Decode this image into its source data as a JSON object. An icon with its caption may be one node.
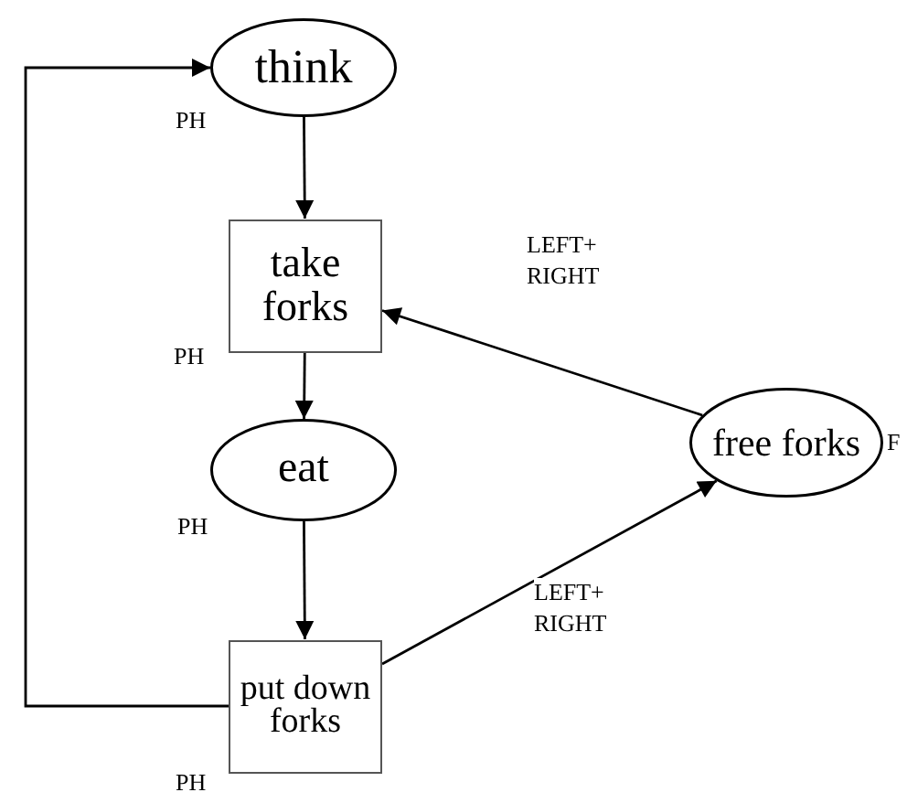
{
  "diagram": {
    "nodes": [
      {
        "text": [
          "think"
        ],
        "beside": [
          "PH"
        ]
      },
      {
        "text": [
          "take forks"
        ],
        "beside": [
          "PH"
        ]
      },
      {
        "text": [
          "eat"
        ],
        "beside": [
          "PH"
        ]
      },
      {
        "text": [
          "put down forks"
        ],
        "beside": [
          "PH"
        ]
      },
      {
        "text": [
          "free forks"
        ],
        "beside": [
          "F"
        ]
      }
    ],
    "edges": [
      {
        "from": 0,
        "to": 1,
        "arrow": "to"
      },
      {
        "from": 1,
        "to": 2,
        "arrow": "to"
      },
      {
        "from": 2,
        "to": 3,
        "arrow": "to"
      },
      {
        "from": 3,
        "to": 4,
        "arrow": "to",
        "label": "LEFT+ RIGHT"
      },
      {
        "from": 4,
        "to": 1,
        "arrow": "to",
        "label": "LEFT+ RIGHT"
      },
      {
        "from": 3,
        "to": 0,
        "arrow": "to"
      }
    ]
  }
}
